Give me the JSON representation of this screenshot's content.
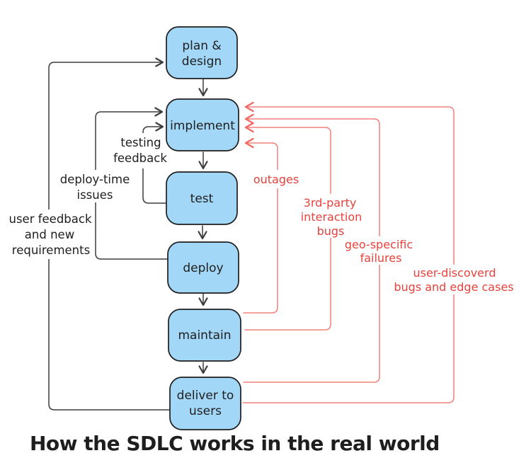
{
  "title": "How the SDLC works in the real world",
  "nodes": [
    {
      "id": "plan-design",
      "lines": [
        "plan &",
        "design"
      ]
    },
    {
      "id": "implement",
      "lines": [
        "implement"
      ]
    },
    {
      "id": "test",
      "lines": [
        "test"
      ]
    },
    {
      "id": "deploy",
      "lines": [
        "deploy"
      ]
    },
    {
      "id": "maintain",
      "lines": [
        "maintain"
      ]
    },
    {
      "id": "deliver",
      "lines": [
        "deliver to",
        "users"
      ]
    }
  ],
  "flow_labels": {
    "testing_feedback": [
      "testing",
      "feedback"
    ],
    "deploy_time": [
      "deploy-time",
      "issues"
    ],
    "user_feedback": [
      "user feedback",
      "and new",
      "requirements"
    ]
  },
  "failure_labels": {
    "outages": [
      "outages"
    ],
    "third_party": [
      "3rd-party",
      "interaction",
      "bugs"
    ],
    "geo": [
      "geo-specific",
      "failures"
    ],
    "user_discovered": [
      "user-discoverd",
      "bugs and edge cases"
    ]
  },
  "colors": {
    "background": "#ffffff",
    "node_fill": "#a3d7f7",
    "node_stroke": "#1e1e1e",
    "black_line": "#3d3d3d",
    "red_line": "#f3807a",
    "red_text": "#e8423c",
    "text": "#1e1e1e"
  }
}
